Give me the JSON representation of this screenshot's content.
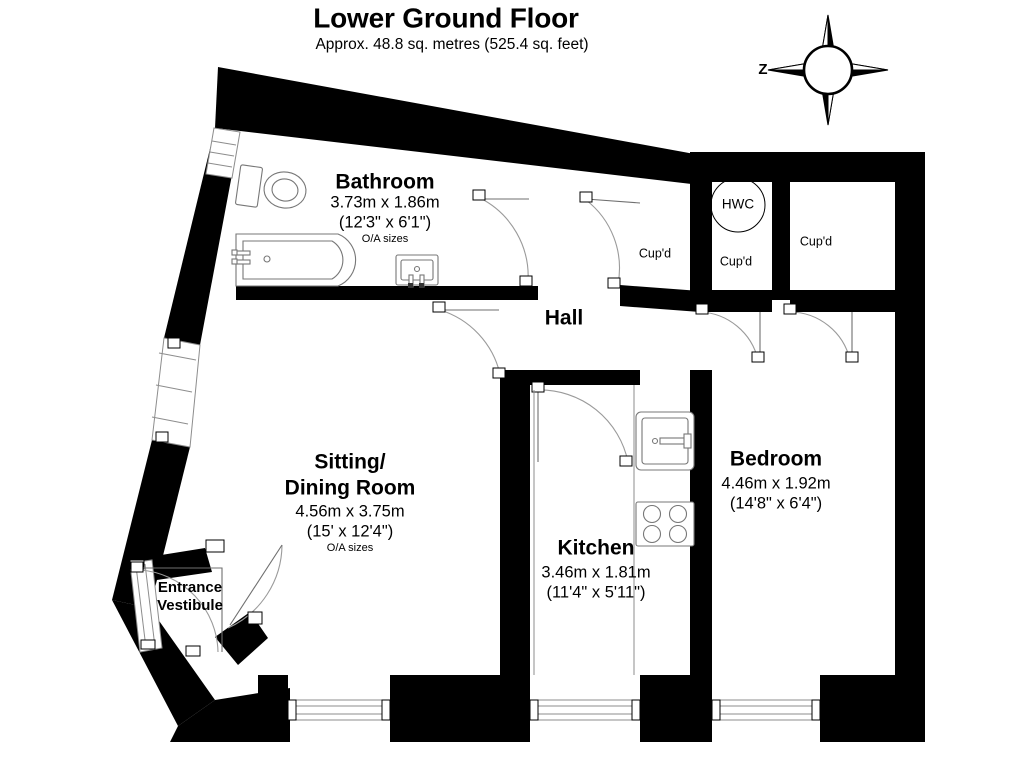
{
  "header": {
    "title": "Lower Ground Floor",
    "subtitle": "Approx. 48.8 sq. metres (525.4 sq. feet)"
  },
  "compass": {
    "label": "Z",
    "icon": "compass-rose-icon"
  },
  "rooms": [
    {
      "key": "bathroom",
      "name": "Bathroom",
      "dim_metric": "3.73m x 1.86m",
      "dim_imperial": "(12'3\" x 6'1\")",
      "note": "O/A sizes"
    },
    {
      "key": "hall",
      "name": "Hall",
      "dim_metric": "",
      "dim_imperial": "",
      "note": ""
    },
    {
      "key": "sitting_dining",
      "name_line1": "Sitting/",
      "name_line2": "Dining Room",
      "dim_metric": "4.56m x 3.75m",
      "dim_imperial": "(15' x 12'4\")",
      "note": "O/A sizes"
    },
    {
      "key": "kitchen",
      "name": "Kitchen",
      "dim_metric": "3.46m x 1.81m",
      "dim_imperial": "(11'4\" x 5'11\")",
      "note": ""
    },
    {
      "key": "bedroom",
      "name": "Bedroom",
      "dim_metric": "4.46m x 1.92m",
      "dim_imperial": "(14'8\" x 6'4\")",
      "note": ""
    },
    {
      "key": "entrance_vestibule",
      "name_line1": "Entrance",
      "name_line2": "Vestibule",
      "dim_metric": "",
      "dim_imperial": "",
      "note": ""
    }
  ],
  "cupboards": [
    {
      "key": "cupboard_hall",
      "label": "Cup'd"
    },
    {
      "key": "cupboard_hwc",
      "label": "Cup'd",
      "tank_label": "HWC"
    },
    {
      "key": "cupboard_bedroom",
      "label": "Cup'd"
    }
  ],
  "fixtures": {
    "toilet": "wc-icon",
    "bath": "bathtub-icon",
    "basin": "washbasin-icon",
    "sink": "kitchen-sink-icon",
    "hob": "cooker-hob-icon",
    "hot_water_cylinder": "hwc-icon"
  },
  "colors": {
    "wall": "#000000",
    "floor": "#ffffff",
    "fixture_stroke": "#777777",
    "door_swing": "#9a9a9a",
    "text": "#000000"
  }
}
